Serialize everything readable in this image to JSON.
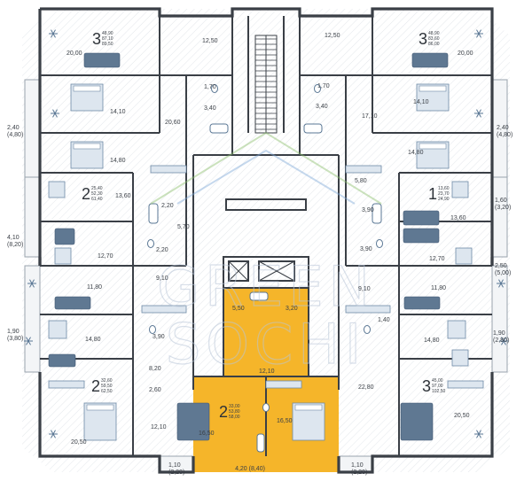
{
  "apartments": [
    {
      "id": "tl",
      "rooms": "3",
      "areas": [
        "48,90",
        "87,10",
        "89,50"
      ]
    },
    {
      "id": "tr",
      "rooms": "3",
      "areas": [
        "48,90",
        "83,60",
        "86,00"
      ]
    },
    {
      "id": "ml",
      "rooms": "2",
      "areas": [
        "25,40",
        "52,30",
        "61,40"
      ]
    },
    {
      "id": "mr",
      "rooms": "1",
      "areas": [
        "13,60",
        "23,70",
        "24,90"
      ]
    },
    {
      "id": "bl",
      "rooms": "2",
      "areas": [
        "32,60",
        "59,50",
        "62,50"
      ]
    },
    {
      "id": "bc",
      "rooms": "2",
      "areas": [
        "33,00",
        "53,80",
        "58,00"
      ]
    },
    {
      "id": "br",
      "rooms": "3",
      "areas": [
        "45,00",
        "97,00",
        "102,50"
      ]
    }
  ],
  "room_areas": [
    "20,00",
    "12,50",
    "1,70",
    "3,40",
    "20,60",
    "14,10",
    "2,40\n(4,80)",
    "14,80",
    "13,60",
    "2,20",
    "5,70",
    "2,20",
    "4,10\n(8,20)",
    "12,70",
    "9,10",
    "11,80",
    "1,90\n(3,80)",
    "14,80",
    "3,90",
    "8,20",
    "2,60",
    "12,10",
    "20,50",
    "1,10\n(2,20)",
    "12,50",
    "20,00",
    "1,70",
    "3,40",
    "17,10",
    "14,10",
    "2,40\n(4,80)",
    "14,80",
    "5,80",
    "1,60\n(3,20)",
    "13,60",
    "3,90",
    "3,90",
    "2,50\n(5,00)",
    "12,70",
    "9,10",
    "11,80",
    "1,90\n(2,80)",
    "14,80",
    "1,40",
    "22,80",
    "20,50",
    "1,10\n(2,20)",
    "5,50",
    "3,20",
    "12,10",
    "16,50",
    "16,50",
    "4,20 (8,40)"
  ],
  "watermark": [
    "GREEN",
    "SOCHI"
  ],
  "colors": {
    "highlight": "#f5b52a",
    "wall": "#3a3f46",
    "furniture": "#6f8aa6",
    "watermark_green": "#8cbf6c",
    "watermark_blue": "#7fa8d6"
  }
}
